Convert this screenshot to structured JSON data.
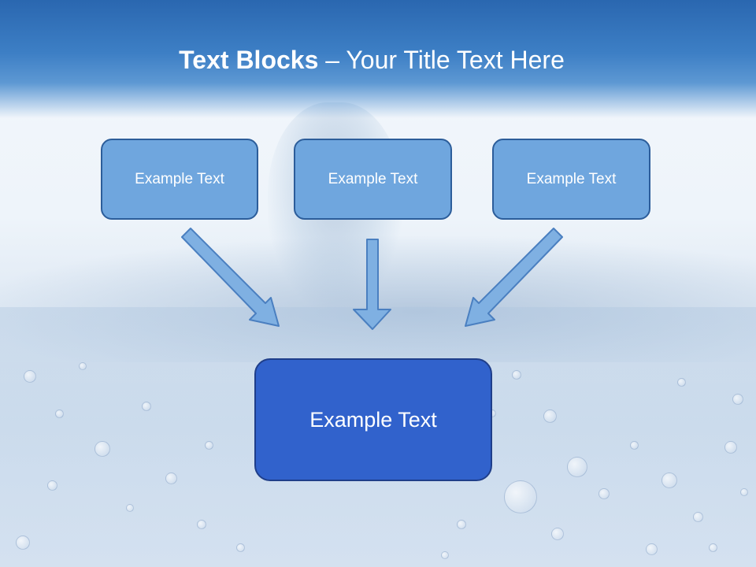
{
  "slide": {
    "title_bold": "Text Blocks",
    "title_dash": " – ",
    "title_rest": "Your Title Text Here"
  },
  "diagram": {
    "top_boxes": [
      "Example Text",
      "Example Text",
      "Example Text"
    ],
    "center_box": "Example Text"
  },
  "colors": {
    "header": "#2a67b0",
    "top_box_fill": "#6fa6de",
    "top_box_border": "#2c5d9a",
    "center_box_fill": "#3162cc",
    "arrow_fill": "#7fb0e2",
    "arrow_stroke": "#4a7fc0"
  }
}
